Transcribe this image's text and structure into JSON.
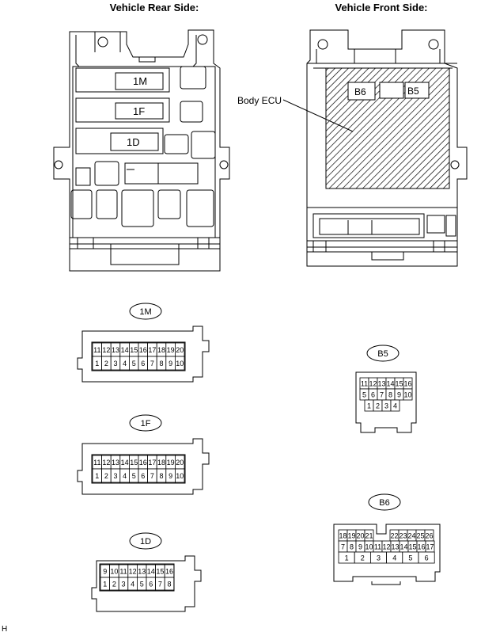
{
  "views": {
    "rear_title": "Vehicle Rear Side:",
    "front_title": "Vehicle Front Side:",
    "rear_labels": [
      "1M",
      "1F",
      "1D"
    ],
    "front_labels": [
      "B6",
      "B5"
    ],
    "body_ecu_label": "Body ECU"
  },
  "connectors": {
    "c1M": {
      "code": "1M",
      "top": [
        "11",
        "12",
        "13",
        "14",
        "15",
        "16",
        "17",
        "18",
        "19",
        "20"
      ],
      "bottom": [
        "1",
        "2",
        "3",
        "4",
        "5",
        "6",
        "7",
        "8",
        "9",
        "10"
      ]
    },
    "c1F": {
      "code": "1F",
      "top": [
        "11",
        "12",
        "13",
        "14",
        "15",
        "16",
        "17",
        "18",
        "19",
        "20"
      ],
      "bottom": [
        "1",
        "2",
        "3",
        "4",
        "5",
        "6",
        "7",
        "8",
        "9",
        "10"
      ]
    },
    "c1D": {
      "code": "1D",
      "top": [
        "9",
        "10",
        "11",
        "12",
        "13",
        "14",
        "15",
        "16"
      ],
      "bottom": [
        "1",
        "2",
        "3",
        "4",
        "5",
        "6",
        "7",
        "8"
      ]
    },
    "cB5": {
      "code": "B5",
      "row1": [
        "11",
        "12",
        "13",
        "14",
        "15",
        "16"
      ],
      "row2": [
        "5",
        "6",
        "7",
        "8",
        "9",
        "10"
      ],
      "row3": [
        "1",
        "2",
        "3",
        "4"
      ]
    },
    "cB6": {
      "code": "B6",
      "row1_left": [
        "18",
        "19",
        "20",
        "21"
      ],
      "row1_right": [
        "22",
        "23",
        "24",
        "25",
        "26"
      ],
      "row2": [
        "7",
        "8",
        "9",
        "10",
        "11",
        "12",
        "13",
        "14",
        "15",
        "16",
        "17"
      ],
      "row3": [
        "1",
        "2",
        "3",
        "4",
        "5",
        "6"
      ]
    }
  },
  "figure_code": "H"
}
